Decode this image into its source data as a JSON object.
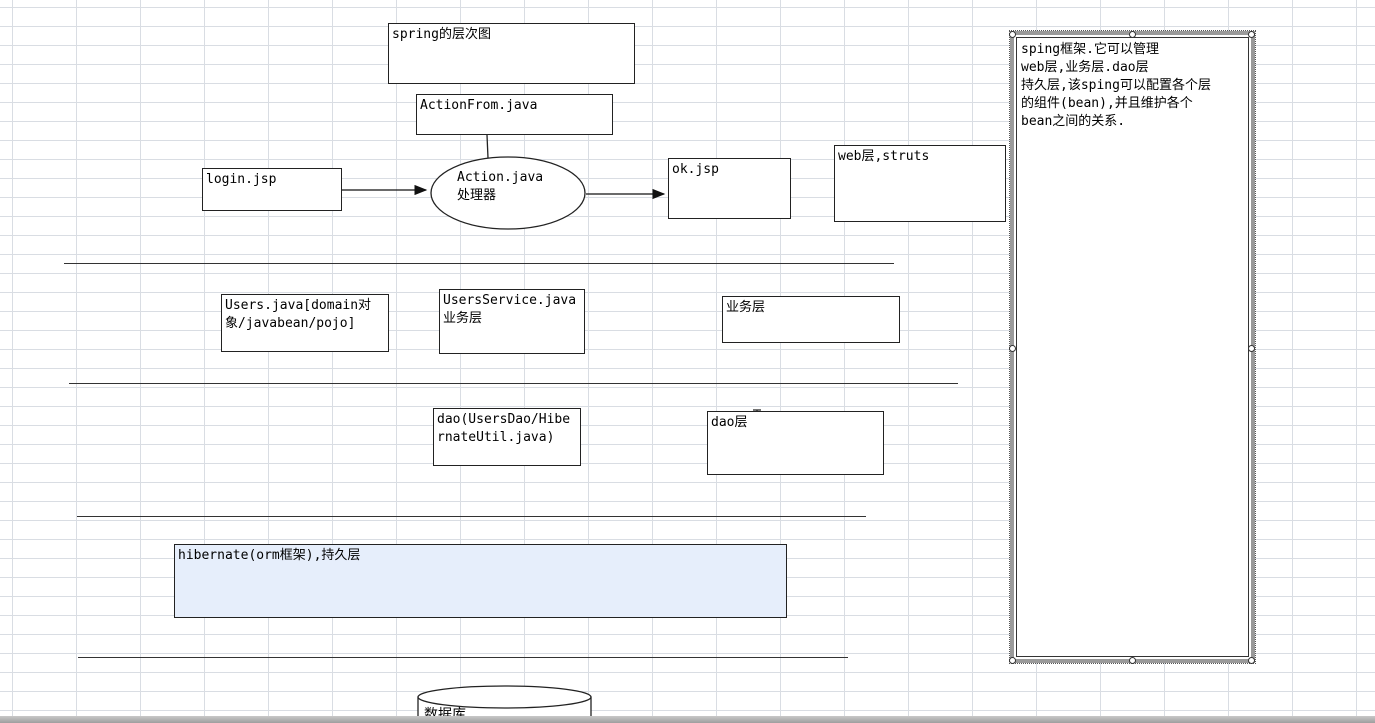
{
  "diagram": {
    "title_box": "spring的层次图",
    "web_layer": {
      "action_form": "ActionFrom.java",
      "login": "login.jsp",
      "action_line1": "Action.java",
      "action_line2": "处理器",
      "ok": "ok.jsp",
      "label": "web层,struts"
    },
    "service_layer": {
      "users_domain": "Users.java[domain对\n象/javabean/pojo]",
      "users_service": "UsersService.java\n业务层",
      "label": "业务层"
    },
    "dao_layer": {
      "dao": "dao(UsersDao/Hibe\nrnateUtil.java)",
      "label": "dao层"
    },
    "persistence_layer": {
      "hibernate": "hibernate(orm框架),持久层"
    },
    "database": {
      "label": "数据库"
    },
    "side_note": "sping框架.它可以管理\nweb层,业务层.dao层\n持久层,该sping可以配置各个层\n的组件(bean),并且维护各个\nbean之间的关系."
  }
}
